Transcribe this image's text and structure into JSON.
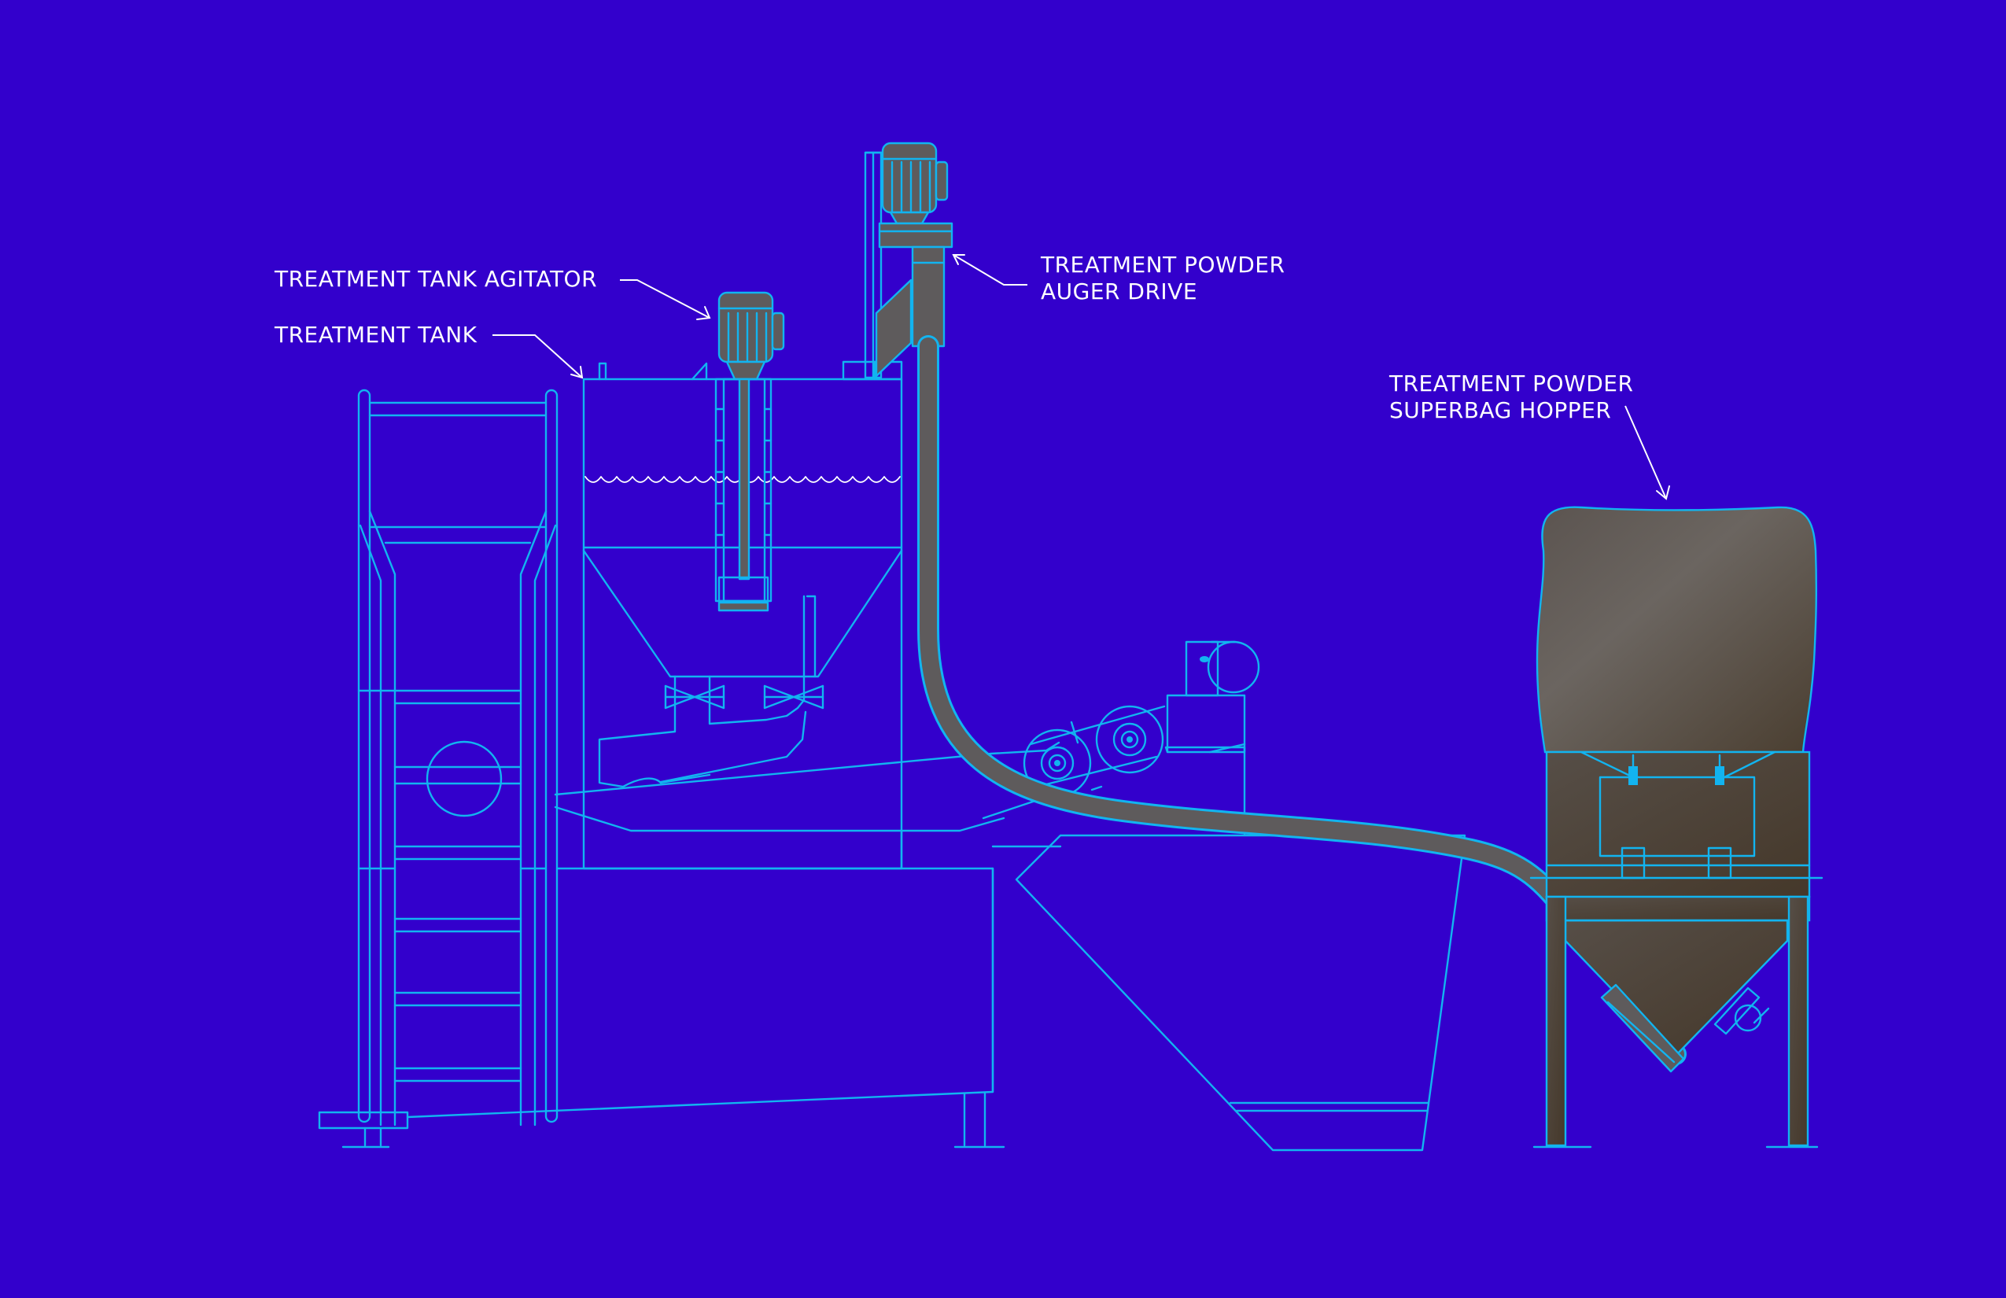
{
  "colors": {
    "background": "#3300CC",
    "linework": "#12B4F0",
    "equipment_fill": "#5E5B5C",
    "label_text": "#FFFFFF"
  },
  "labels": {
    "agitator": "TREATMENT TANK AGITATOR",
    "tank": "TREATMENT TANK",
    "auger_drive": "TREATMENT POWDER\nAUGER DRIVE",
    "hopper": "TREATMENT POWDER\nSUPERBAG HOPPER"
  }
}
